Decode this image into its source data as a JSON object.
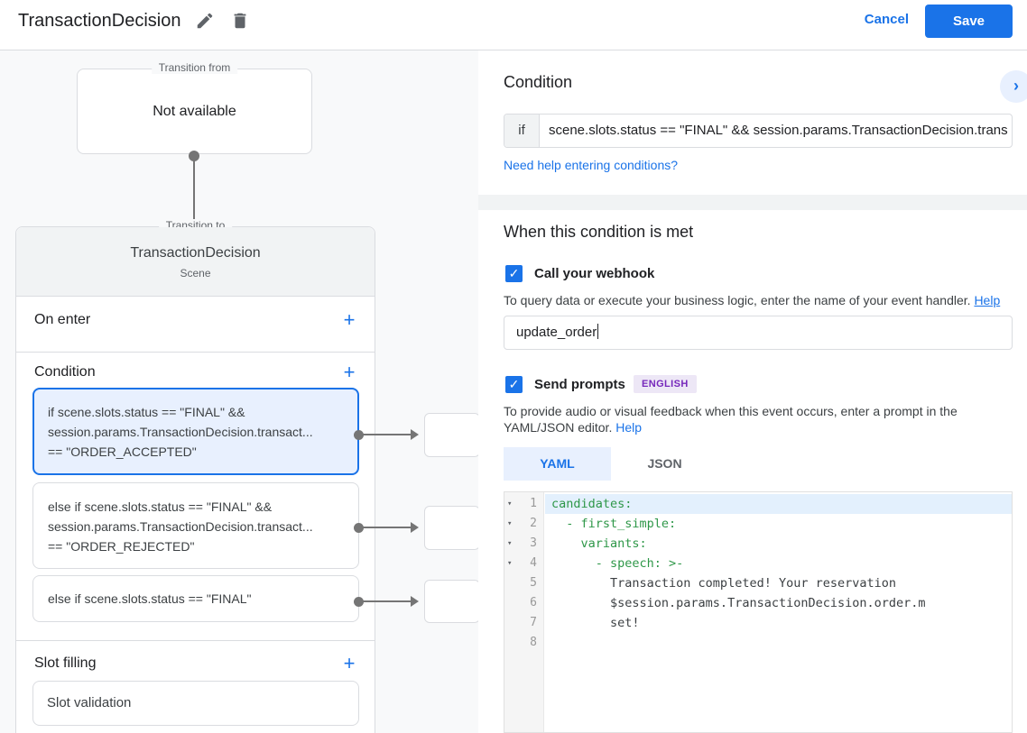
{
  "header": {
    "title": "TransactionDecision",
    "cancel_label": "Cancel",
    "save_label": "Save"
  },
  "colors": {
    "accent": "#1a73e8",
    "selected_card_bg": "#e8f0fe",
    "code_key_green": "#2e9748",
    "badge_bg": "#ede7f6",
    "badge_text": "#7627bb"
  },
  "diagram": {
    "transition_from": {
      "legend": "Transition from",
      "value": "Not available"
    },
    "transition_to": {
      "legend": "Transition to",
      "title": "TransactionDecision",
      "subtitle": "Scene"
    },
    "on_enter_label": "On enter",
    "condition_label": "Condition",
    "slot_filling_label": "Slot filling",
    "add_icon": "+",
    "conditions": [
      {
        "lines": [
          "if scene.slots.status == \"FINAL\" &&",
          "session.params.TransactionDecision.transact...",
          "== \"ORDER_ACCEPTED\""
        ]
      },
      {
        "lines": [
          "else if scene.slots.status == \"FINAL\" &&",
          "session.params.TransactionDecision.transact...",
          "== \"ORDER_REJECTED\""
        ]
      },
      {
        "lines": [
          "else if scene.slots.status == \"FINAL\""
        ]
      }
    ],
    "slot_card_label": "Slot validation"
  },
  "panel": {
    "condition_heading": "Condition",
    "collapse_chevron": "›",
    "if_label": "if",
    "if_value": "scene.slots.status == \"FINAL\" && session.params.TransactionDecision.trans",
    "conditions_help_link": "Need help entering conditions?",
    "when_heading": "When this condition is met",
    "webhook": {
      "label": "Call your webhook",
      "checked": "true",
      "helper": "To query data or execute your business logic, enter the name of your event handler.",
      "help_label": "Help",
      "value": "update_order"
    },
    "prompts": {
      "label": "Send prompts",
      "checked": "true",
      "badge": "ENGLISH",
      "helper": "To provide audio or visual feedback when this event occurs, enter a prompt in the YAML/JSON editor.",
      "help_label": "Help"
    },
    "tabs": [
      {
        "label": "YAML",
        "active": true
      },
      {
        "label": "JSON",
        "active": false
      }
    ],
    "editor": {
      "lines": [
        {
          "n": "1",
          "text": "candidates:"
        },
        {
          "n": "2",
          "text": "  - first_simple:"
        },
        {
          "n": "3",
          "text": "    variants:"
        },
        {
          "n": "4",
          "text": "      - speech: >-"
        },
        {
          "n": "5",
          "text": "        Transaction completed! Your reservation"
        },
        {
          "n": "6",
          "text": "        $session.params.TransactionDecision.order.m"
        },
        {
          "n": "7",
          "text": "        set!"
        },
        {
          "n": "8",
          "text": ""
        }
      ]
    },
    "checkmark": "✓"
  }
}
